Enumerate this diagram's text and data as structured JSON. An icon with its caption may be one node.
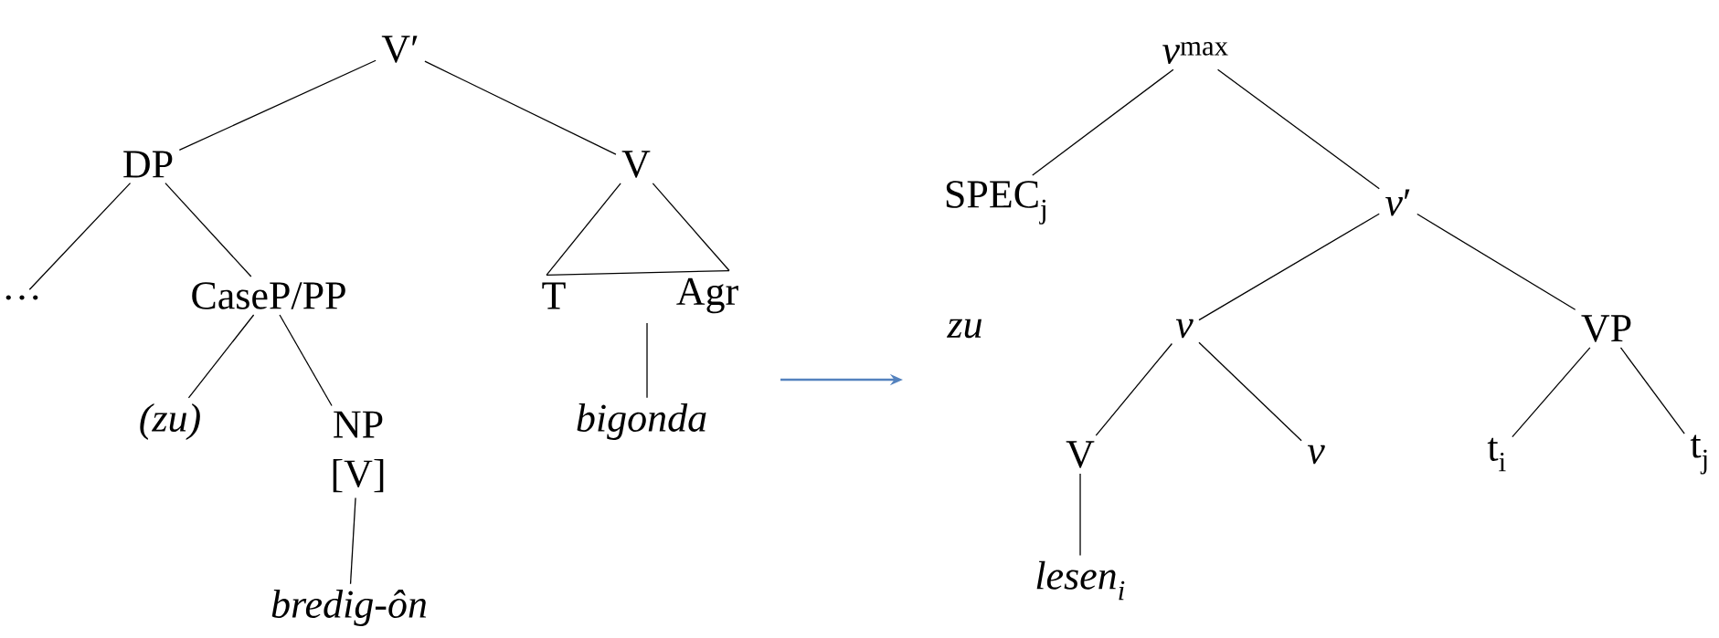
{
  "diagram": {
    "nodes": [
      {
        "text": [
          "V′"
        ]
      },
      {
        "text": [
          "DP"
        ]
      },
      {
        "text": [
          "V"
        ]
      },
      {
        "text": [
          "…"
        ]
      },
      {
        "text": [
          "CaseP/PP"
        ]
      },
      {
        "text": [
          "T"
        ]
      },
      {
        "text": [
          "Agr"
        ]
      },
      {
        "text": [
          "(zu)"
        ]
      },
      {
        "text": [
          "NP",
          "[V]"
        ]
      },
      {
        "text": [
          "bigonda"
        ]
      },
      {
        "text": [
          "bredig-ôn"
        ]
      },
      {
        "text": [
          "*v*$^{max}$"
        ]
      },
      {
        "text": [
          "SPEC$_{j}$"
        ]
      },
      {
        "text": [
          "*v*′"
        ]
      },
      {
        "text": [
          "v"
        ]
      },
      {
        "text": [
          "VP"
        ]
      },
      {
        "text": [
          "V"
        ]
      },
      {
        "text": [
          "v"
        ]
      },
      {
        "text": [
          "t$_{i}$"
        ]
      },
      {
        "text": [
          "t$_{j}$"
        ]
      },
      {
        "text": [
          "lesen$_{i}$"
        ]
      }
    ],
    "edges": [
      {
        "from": 0,
        "to": 1,
        "arrow": "none"
      },
      {
        "from": 0,
        "to": 2,
        "arrow": "none"
      },
      {
        "from": 1,
        "to": 3,
        "arrow": "none"
      },
      {
        "from": 1,
        "to": 4,
        "arrow": "none"
      },
      {
        "from": 4,
        "to": 7,
        "arrow": "none"
      },
      {
        "from": 4,
        "to": 8,
        "arrow": "none"
      },
      {
        "from": 8,
        "to": 10,
        "arrow": "none"
      },
      {
        "from": 2,
        "to": 5,
        "arrow": "none"
      },
      {
        "from": 2,
        "to": 6,
        "arrow": "none"
      },
      {
        "from": 5,
        "to": 6,
        "arrow": "none"
      },
      {
        "from": 6,
        "to": 9,
        "arrow": "none"
      },
      {
        "from": 11,
        "to": 12,
        "arrow": "none"
      },
      {
        "from": 11,
        "to": 13,
        "arrow": "none"
      },
      {
        "from": 13,
        "to": 14,
        "arrow": "none"
      },
      {
        "from": 13,
        "to": 15,
        "arrow": "none"
      },
      {
        "from": 14,
        "to": 16,
        "arrow": "none"
      },
      {
        "from": 14,
        "to": 17,
        "arrow": "none"
      },
      {
        "from": 15,
        "to": 18,
        "arrow": "none"
      },
      {
        "from": 15,
        "to": 19,
        "arrow": "none"
      },
      {
        "from": 16,
        "to": 20,
        "arrow": "none"
      }
    ],
    "labels": [
      "zu"
    ]
  }
}
